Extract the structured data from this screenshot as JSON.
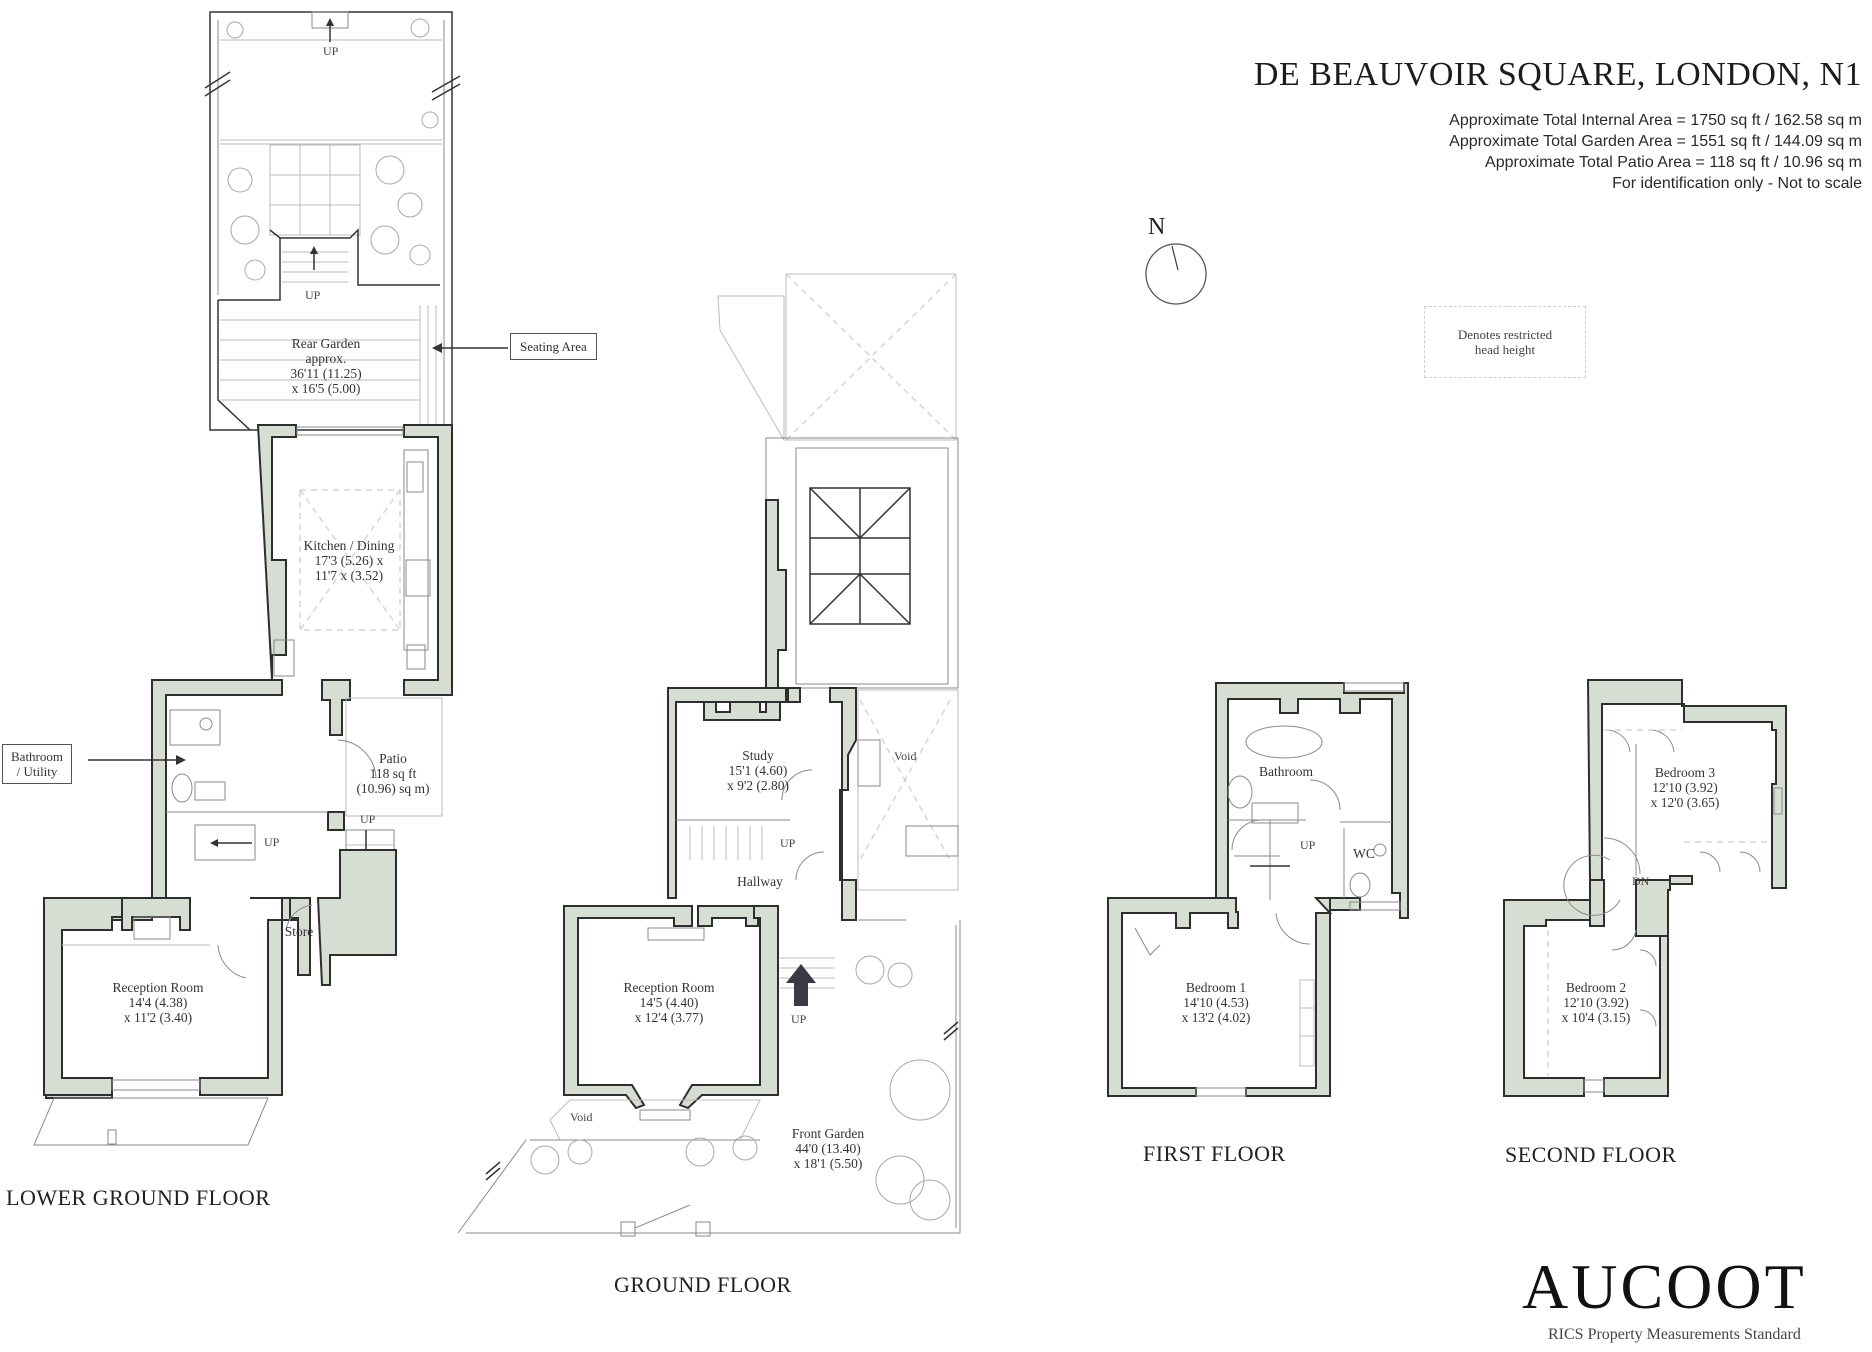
{
  "header": {
    "title": "DE BEAUVOIR SQUARE, LONDON, N1",
    "areas": [
      "Approximate Total Internal Area = 1750 sq ft / 162.58 sq m",
      "Approximate Total Garden Area = 1551 sq ft / 144.09 sq m",
      "Approximate Total Patio Area = 118 sq ft / 10.96 sq m",
      "For identification only - Not to scale"
    ]
  },
  "compass": {
    "label": "N",
    "icon": "north-arrow-icon"
  },
  "legend": {
    "line1": "Denotes restricted",
    "line2": "head height"
  },
  "brand": {
    "name": "AUCOOT",
    "subtitle": "RICS Property Measurements Standard"
  },
  "floors": {
    "lower_ground": {
      "label": "LOWER GROUND FLOOR",
      "rooms": {
        "rear_garden": {
          "name": "Rear Garden",
          "l1": "approx.",
          "l2": "36'11 (11.25)",
          "l3": "x 16'5 (5.00)"
        },
        "kitchen": {
          "name": "Kitchen / Dining",
          "l1": "17'3 (5.26) x",
          "l2": "11'7 x (3.52)"
        },
        "patio": {
          "name": "Patio",
          "l1": "118  sq ft",
          "l2": "(10.96) sq m)"
        },
        "reception": {
          "name": "Reception Room",
          "l1": "14'4 (4.38)",
          "l2": "x 11'2 (3.40)"
        },
        "store": {
          "name": "Store"
        }
      },
      "callouts": {
        "seating": "Seating Area",
        "bathroom_l1": "Bathroom",
        "bathroom_l2": "/ Utility"
      },
      "stairs": [
        "UP",
        "UP",
        "UP",
        "UP"
      ]
    },
    "ground": {
      "label": "GROUND FLOOR",
      "rooms": {
        "study": {
          "name": "Study",
          "l1": "15'1 (4.60)",
          "l2": "x 9'2 (2.80)"
        },
        "hallway": {
          "name": "Hallway"
        },
        "void_top": {
          "name": "Void"
        },
        "reception": {
          "name": "Reception Room",
          "l1": "14'5 (4.40)",
          "l2": "x 12'4 (3.77)"
        },
        "void_front": {
          "name": "Void"
        },
        "front_garden": {
          "name": "Front Garden",
          "l1": "44'0 (13.40)",
          "l2": "x 18'1 (5.50)"
        }
      },
      "stairs": [
        "UP",
        "UP"
      ]
    },
    "first": {
      "label": "FIRST FLOOR",
      "rooms": {
        "bathroom": {
          "name": "Bathroom"
        },
        "wc": {
          "name": "WC"
        },
        "bedroom1": {
          "name": "Bedroom 1",
          "l1": "14'10 (4.53)",
          "l2": "x 13'2 (4.02)"
        }
      },
      "stairs": [
        "UP"
      ]
    },
    "second": {
      "label": "SECOND FLOOR",
      "rooms": {
        "bedroom3": {
          "name": "Bedroom 3",
          "l1": "12'10 (3.92)",
          "l2": "x 12'0 (3.65)"
        },
        "bedroom2": {
          "name": "Bedroom 2",
          "l1": "12'10 (3.92)",
          "l2": "x 10'4 (3.15)"
        }
      },
      "stairs": [
        "DN"
      ]
    }
  },
  "colors": {
    "wall_fill": "#d6ddd2",
    "wall_stroke": "#2e2e2e",
    "text": "#2b2b2b",
    "background": "#ffffff"
  }
}
